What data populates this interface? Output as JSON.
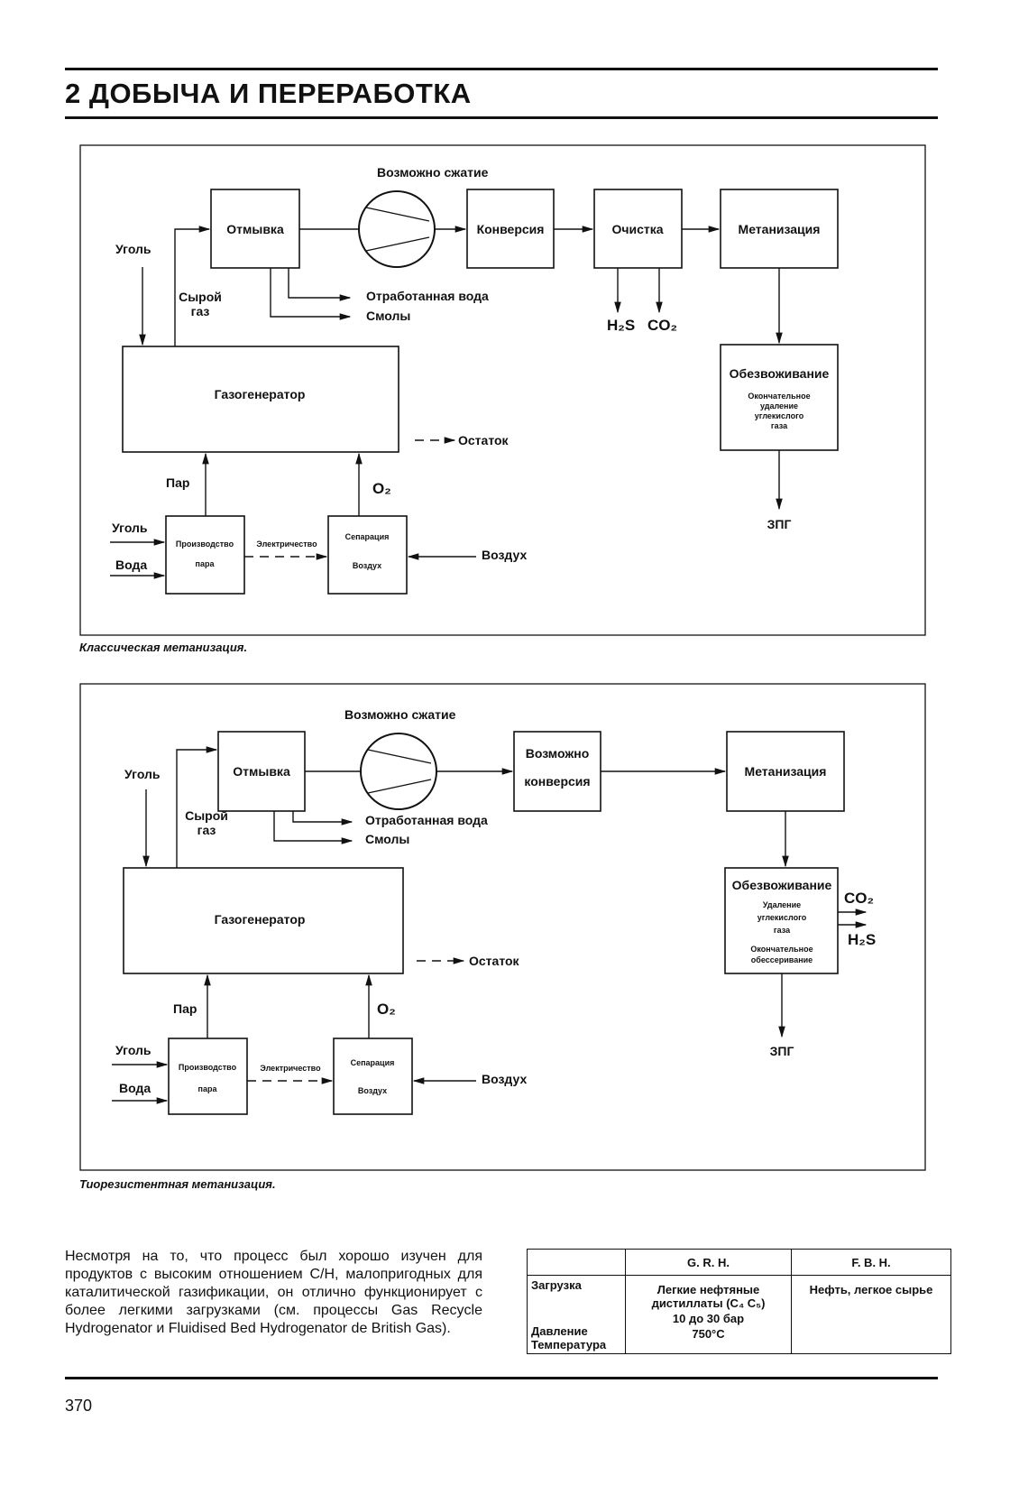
{
  "header": {
    "title": "2  ДОБЫЧА И ПЕРЕРАБОТКА"
  },
  "diagram1": {
    "compression_label": "Возможно сжатие",
    "coal": "Уголь",
    "washing": "Отмывка",
    "conversion": "Конверсия",
    "cleaning": "Очистка",
    "methanation": "Метанизация",
    "raw_gas_1": "Сырой",
    "raw_gas_2": "газ",
    "waste_water": "Отработанная вода",
    "tars": "Смолы",
    "h2s": "H₂S",
    "co2": "CO₂",
    "gasifier": "Газогенератор",
    "dehydration": "Обезвоживание",
    "dehyd_note": [
      "Окончательное",
      "удаление",
      "углекислого",
      "газа"
    ],
    "residue": "Остаток",
    "steam": "Пар",
    "o2": "O₂",
    "coal2": "Уголь",
    "water": "Вода",
    "steam_prod_1": "Производство",
    "steam_prod_2": "пара",
    "electricity": "Электричество",
    "air_sep_1": "Сепарация",
    "air_sep_2": "Воздух",
    "air": "Воздух",
    "sng": "ЗПГ",
    "caption": "Классическая метанизация."
  },
  "diagram2": {
    "compression_label": "Возможно сжатие",
    "coal": "Уголь",
    "washing": "Отмывка",
    "conversion_1": "Возможно",
    "conversion_2": "конверсия",
    "methanation": "Метанизация",
    "raw_gas_1": "Сырой",
    "raw_gas_2": "газ",
    "waste_water": "Отработанная вода",
    "tars": "Смолы",
    "gasifier": "Газогенератор",
    "dehydration": "Обезвоживание",
    "dehyd_note1": [
      "Удаление",
      "углекислого",
      "газа"
    ],
    "dehyd_note2": [
      "Окончательное",
      "обессеривание"
    ],
    "co2": "CO₂",
    "h2s": "H₂S",
    "residue": "Остаток",
    "steam": "Пар",
    "o2": "O₂",
    "coal2": "Уголь",
    "water": "Вода",
    "steam_prod_1": "Производство",
    "steam_prod_2": "пара",
    "electricity": "Электричество",
    "air_sep_1": "Сепарация",
    "air_sep_2": "Воздух",
    "air": "Воздух",
    "sng": "ЗПГ",
    "caption": "Тиорезистентная метанизация."
  },
  "paragraph": "Несмотря на то, что процесс был хорошо изучен для продуктов с высоким отношением С/Н, малопригодных для каталитической газификации, он отлично функционирует с более легкими загрузками (см. процессы Gas Recycle Hydrogenator и Fluidised Bed Hydrogenator de British Gas).",
  "table": {
    "headers": [
      "",
      "G. R. H.",
      "F. B. H."
    ],
    "row_labels": [
      "Загрузка",
      "Давление",
      "Температура"
    ],
    "grh": [
      "Легкие нефтяные",
      "дистиллаты (C₄ C₅)",
      "10 до 30 бар",
      "750°C"
    ],
    "fbh": "Нефть, легкое сырье"
  },
  "page_number": "370"
}
